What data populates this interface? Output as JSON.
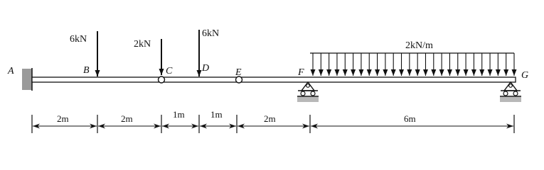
{
  "points": {
    "A": "A",
    "B": "B",
    "C": "C",
    "D": "D",
    "E": "E",
    "F": "F",
    "G": "G"
  },
  "loads": {
    "p1": "6kN",
    "p2": "2kN",
    "p3": "6kN",
    "q": "2kN/m"
  },
  "dimensions": [
    "2m",
    "2m",
    "1m",
    "1m",
    "2m",
    "6m"
  ],
  "colors": {
    "ink": "#111111",
    "wall": "#9a9a9a",
    "ground": "#b8b8b8",
    "beam_fill": "#ffffff"
  },
  "icons": {
    "fixed_support": "wall-hatch",
    "hinge": "open-circle",
    "roller": "roller-support"
  }
}
